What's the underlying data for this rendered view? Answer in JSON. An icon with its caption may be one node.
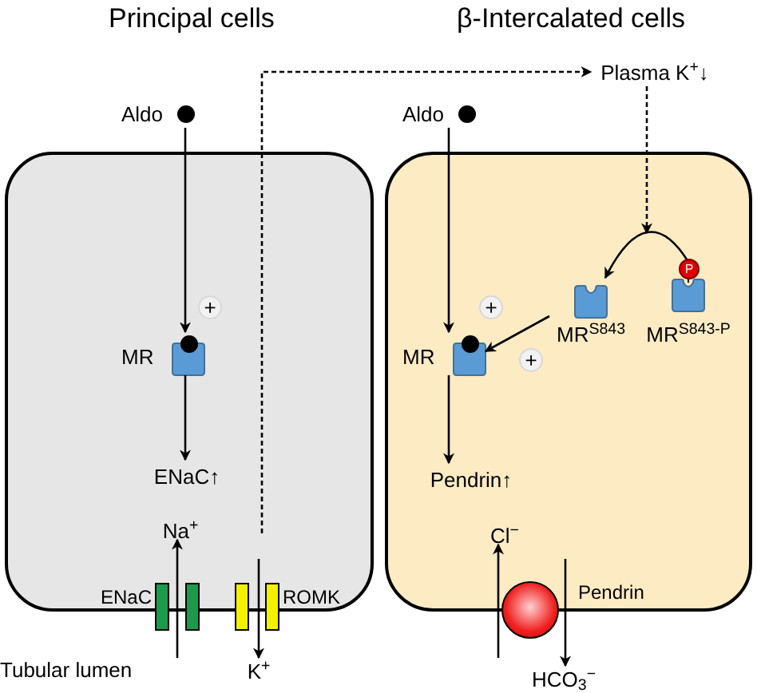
{
  "diagram": {
    "nodes": [
      {
        "text": [],
        "shape": "box"
      },
      {
        "text": [
          "Aldo"
        ]
      },
      {
        "text": [
          "MR"
        ],
        "in": 0
      },
      {
        "text": [
          "ENaC↑"
        ],
        "in": 0
      },
      {
        "text": [
          "Na$^{+}$"
        ],
        "in": 0
      },
      {
        "text": [
          "K$^{+}$"
        ]
      },
      {
        "text": [
          "ENaC"
        ]
      },
      {
        "text": [
          "ROMK"
        ]
      },
      {
        "text": [
          "Plasma K$^{+}$↓"
        ]
      },
      {
        "text": [],
        "shape": "box"
      },
      {
        "text": [
          "Aldo"
        ]
      },
      {
        "text": [
          "MR"
        ],
        "in": 9
      },
      {
        "text": [
          "MR$^{S843}$"
        ],
        "in": 9
      },
      {
        "text": [
          "MR$^{S843-P}$"
        ],
        "in": 9
      },
      {
        "text": [
          "Pendrin↑"
        ],
        "in": 9
      },
      {
        "text": [
          "Cl$^{−}$"
        ],
        "in": 9
      },
      {
        "text": [
          "HCO$_{3}$$^{−}$"
        ]
      },
      {
        "text": [],
        "shape": "circle"
      }
    ],
    "edges": [
      {
        "from": 1,
        "to": 2,
        "arrow": "to"
      },
      {
        "from": 2,
        "to": 3,
        "arrow": "to"
      },
      {
        "from": null,
        "to": 4,
        "arrow": "to"
      },
      {
        "from": null,
        "to": 5,
        "arrow": "to"
      },
      {
        "from": null,
        "to": 8,
        "arrow": "to",
        "style": "dashed"
      },
      {
        "from": 8,
        "to": null,
        "arrow": "to",
        "style": "dashed"
      },
      {
        "from": 13,
        "to": 12,
        "arrow": "to"
      },
      {
        "from": 12,
        "to": 11,
        "arrow": "to"
      },
      {
        "from": 10,
        "to": 11,
        "arrow": "to"
      },
      {
        "from": 11,
        "to": 14,
        "arrow": "to"
      },
      {
        "from": null,
        "to": 15,
        "arrow": "to"
      },
      {
        "from": null,
        "to": 16,
        "arrow": "to"
      }
    ],
    "labels": [
      "Principal cells",
      "β-Intercalated cells",
      "P",
      "+",
      "+",
      "+",
      "Pendrin",
      "Tubular lumen"
    ]
  }
}
